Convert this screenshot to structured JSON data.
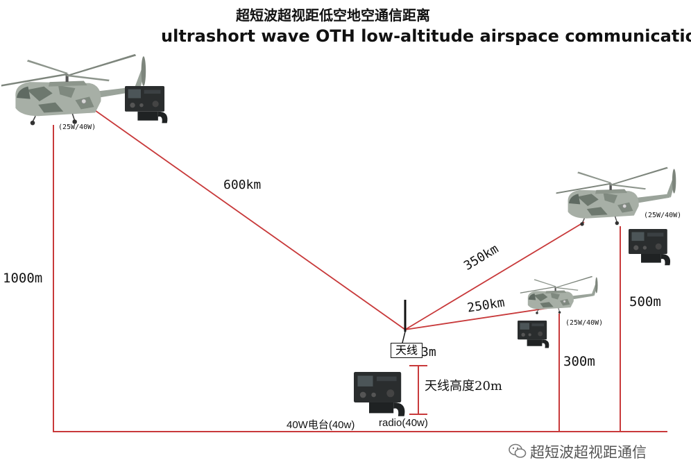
{
  "title_zh": "超短波超视距低空地空通信距离",
  "title_en": "ultrashort wave OTH low-altitude airspace communication",
  "helicopters": [
    {
      "id": "heli-left",
      "power_label": "(25W/40W)",
      "altitude_label": "1000m",
      "distance_label": "600km"
    },
    {
      "id": "heli-right",
      "power_label": "(25W/40W)",
      "altitude_label": "500m",
      "distance_label": "350km"
    },
    {
      "id": "heli-middle",
      "power_label": "(25W/40W)",
      "altitude_label": "300m",
      "distance_label": "250km"
    }
  ],
  "antenna": {
    "box_label": "天线",
    "mast_label": "3m",
    "height_label": "天线高度20m"
  },
  "ground_station": {
    "label_zh": "40W电台(40w)",
    "label_en": "radio(40w)"
  },
  "watermark": "超短波超视距通信",
  "colors": {
    "link_line": "#c8393a",
    "heli_body": "#9aa39a",
    "camo_dark": "#6d786e",
    "radio_dark": "#2a2d2e"
  }
}
